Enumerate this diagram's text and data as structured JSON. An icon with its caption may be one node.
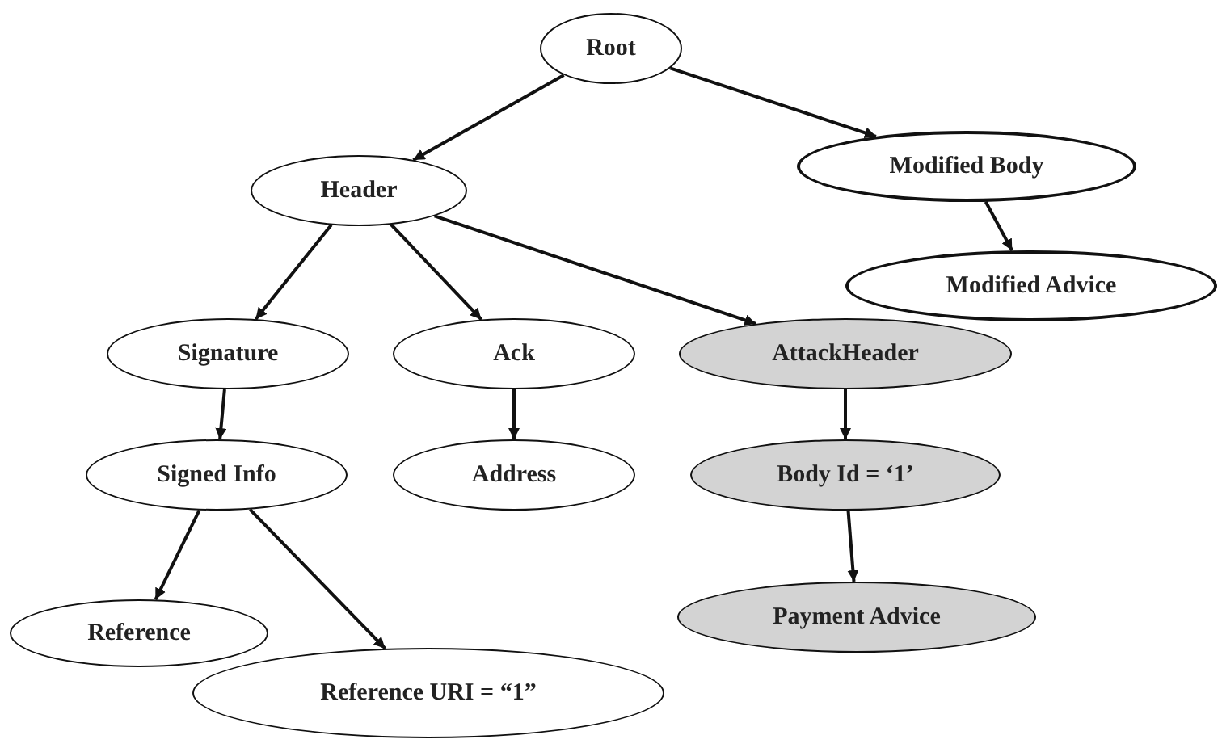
{
  "diagram": {
    "nodes": [
      {
        "text": [
          "Root"
        ]
      },
      {
        "text": [
          "Header"
        ]
      },
      {
        "text": [
          "Modified Body"
        ]
      },
      {
        "text": [
          "Modified Advice"
        ]
      },
      {
        "text": [
          "Signature"
        ]
      },
      {
        "text": [
          "Ack"
        ]
      },
      {
        "text": [
          "AttackHeader"
        ]
      },
      {
        "text": [
          "Signed Info"
        ]
      },
      {
        "text": [
          "Address"
        ]
      },
      {
        "text": [
          "Body Id = ‘1’"
        ]
      },
      {
        "text": [
          "Reference"
        ]
      },
      {
        "text": [
          "Reference URI = “1”"
        ]
      },
      {
        "text": [
          "Payment Advice"
        ]
      }
    ],
    "edges": [
      {
        "from": 0,
        "to": 1,
        "arrow": "to"
      },
      {
        "from": 0,
        "to": 2,
        "arrow": "to"
      },
      {
        "from": 1,
        "to": 4,
        "arrow": "to"
      },
      {
        "from": 1,
        "to": 5,
        "arrow": "to"
      },
      {
        "from": 1,
        "to": 6,
        "arrow": "to"
      },
      {
        "from": 2,
        "to": 3,
        "arrow": "to"
      },
      {
        "from": 4,
        "to": 7,
        "arrow": "to"
      },
      {
        "from": 5,
        "to": 8,
        "arrow": "to"
      },
      {
        "from": 6,
        "to": 9,
        "arrow": "to"
      },
      {
        "from": 7,
        "to": 10,
        "arrow": "to"
      },
      {
        "from": 7,
        "to": 11,
        "arrow": "to"
      },
      {
        "from": 9,
        "to": 12,
        "arrow": "to"
      }
    ]
  }
}
